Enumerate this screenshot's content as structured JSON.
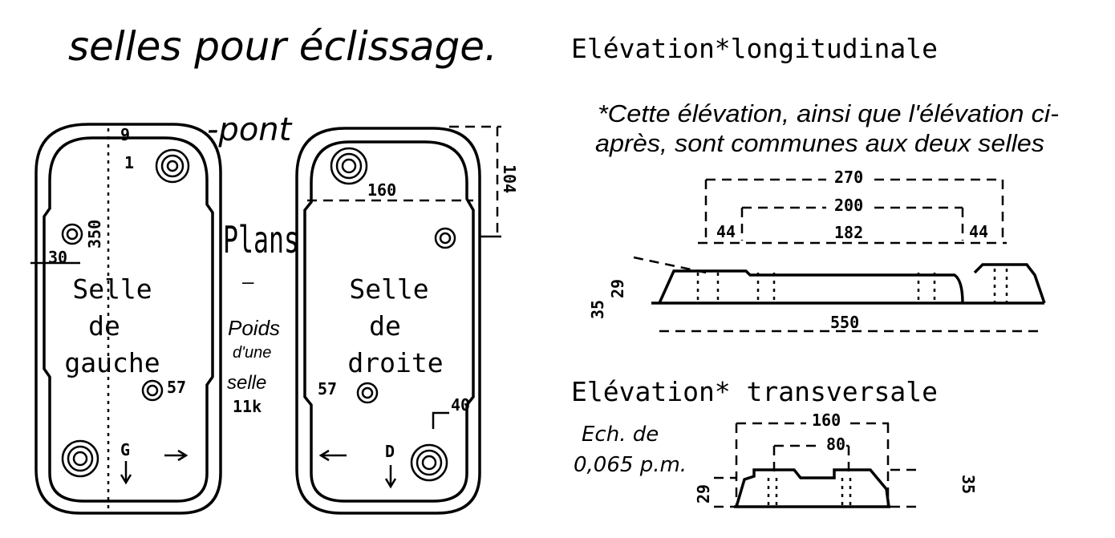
{
  "title": "selles pour éclissage.",
  "longitudinal": {
    "heading": "Elévation*longitudinale",
    "note_line1": "*Cette élévation, ainsi que l'élévation ci-",
    "note_line2": "après, sont communes aux deux selles",
    "dims": {
      "d270": "270",
      "d200": "200",
      "d44a": "44",
      "d182": "182",
      "d44b": "44",
      "d35": "35",
      "d29": "29",
      "d550": "550"
    }
  },
  "transversal": {
    "heading": "Elévation* transversale",
    "scale_line1": "Ech. de",
    "scale_line2": "0,065 p.m.",
    "dims": {
      "d160": "160",
      "d80": "80",
      "d29": "29",
      "d35": "35"
    }
  },
  "plans": {
    "pont_label": "-pont",
    "plans_label": "Plans",
    "separator": "—",
    "weight_line1": "Poids",
    "weight_line2": "d'une",
    "weight_line3": "selle",
    "weight_value": "11k",
    "left": {
      "line1": "Selle",
      "line2": "de",
      "line3": "gauche",
      "letter": "G",
      "d9": "9",
      "d1": "1",
      "d350": "350",
      "d30": "30",
      "d57": "57"
    },
    "right": {
      "line1": "Selle",
      "line2": "de",
      "line3": "droite",
      "letter": "D",
      "d160": "160",
      "d104": "104",
      "d57": "57",
      "d40": "40"
    }
  }
}
